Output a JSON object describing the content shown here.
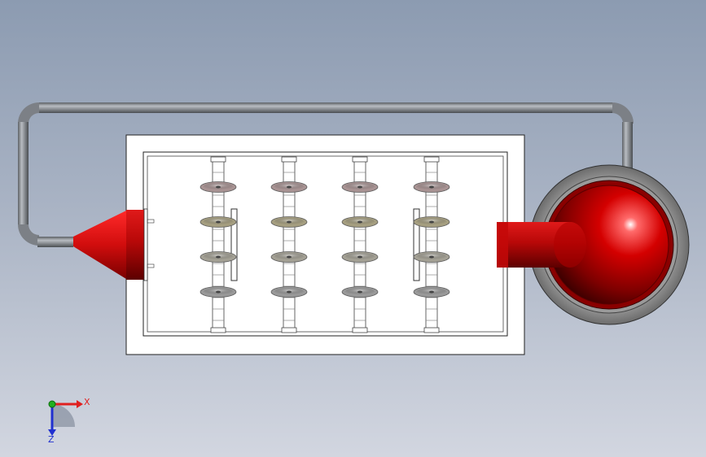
{
  "colors": {
    "background_top": "#8c9bb1",
    "background_bottom": "#d2d6e0",
    "pipe": "#8a8e93",
    "housing_fill": "#ffffff",
    "housing_stroke": "#222222",
    "nozzle_red": "#d10d0d",
    "sphere_red": "#c80000",
    "shroud_grey": "#8d8d8d",
    "axis_x": "#e02020",
    "axis_y": "#20b020",
    "axis_z": "#2030d0"
  },
  "scene": {
    "disc_rows": 4,
    "disc_columns": 4,
    "disc_tints": [
      "#a89393",
      "#a59e80",
      "#a3a094",
      "#999999"
    ]
  },
  "triad": {
    "x_label": "X",
    "z_label": "Z"
  }
}
